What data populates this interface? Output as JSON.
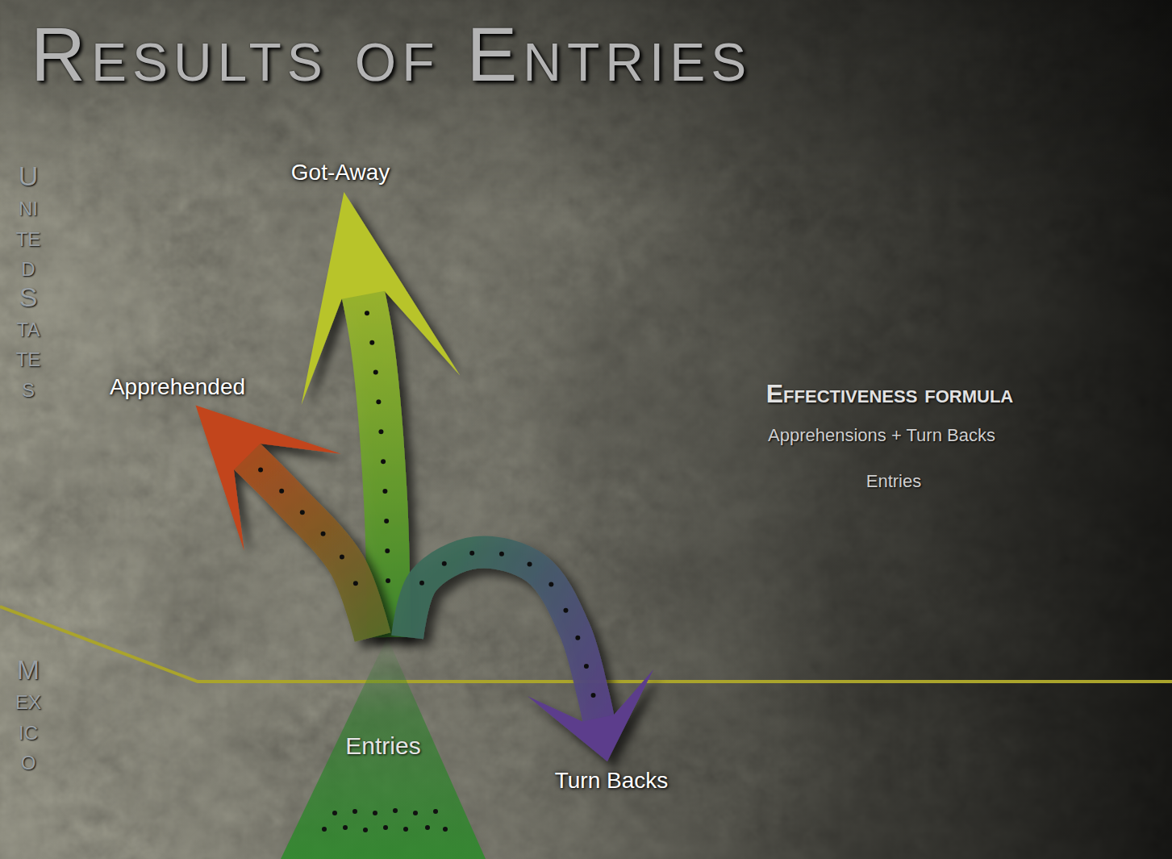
{
  "diagram": {
    "title": "Results of Entries",
    "nodes": [
      {
        "text": [
          "Entries"
        ]
      },
      {
        "text": [
          "Got-Away"
        ]
      },
      {
        "text": [
          "Apprehended"
        ]
      },
      {
        "text": [
          "Turn Backs"
        ]
      }
    ],
    "edges": [
      {
        "from": 0,
        "to": 1,
        "arrow": "to"
      },
      {
        "from": 0,
        "to": 2,
        "arrow": "to"
      },
      {
        "from": 0,
        "to": 3,
        "arrow": "to"
      }
    ],
    "labels": [
      "United States",
      "Mexico",
      "Effectiveness formula",
      "Apprehensions + Turn Backs",
      "Entries"
    ]
  }
}
